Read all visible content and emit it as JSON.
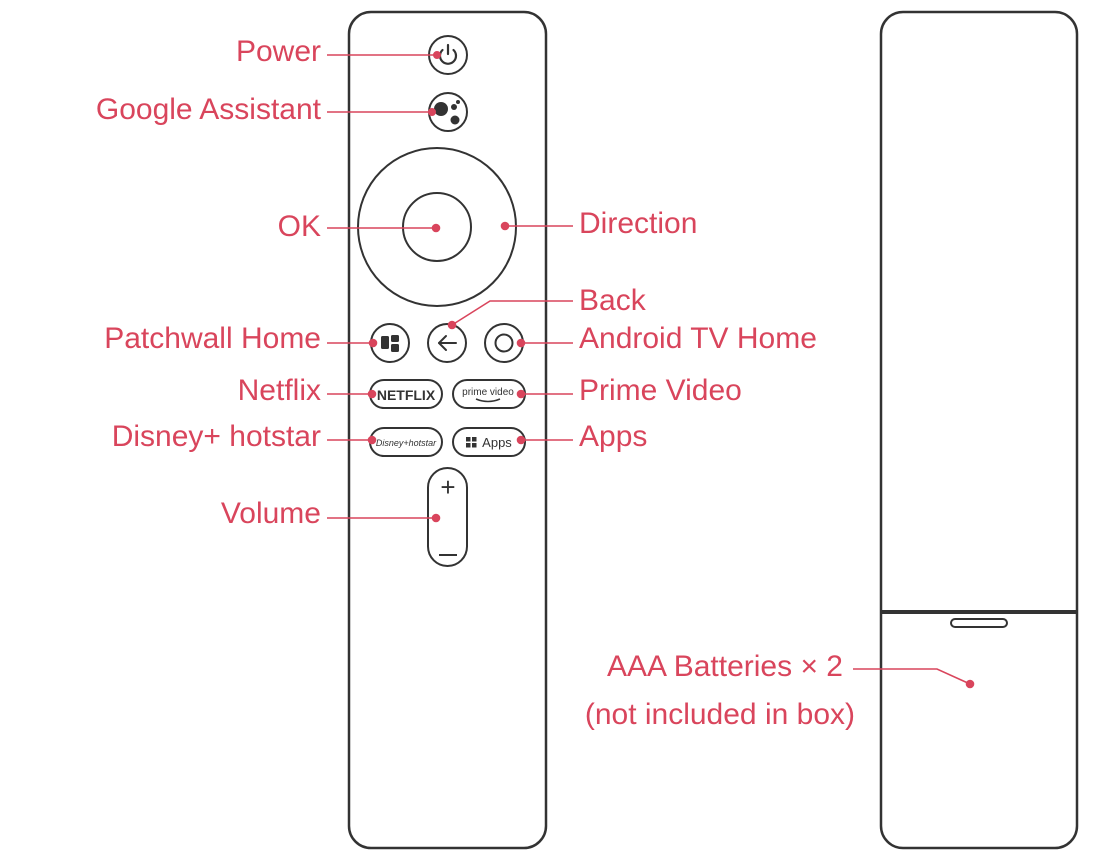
{
  "colors": {
    "accent": "#d9455c",
    "outline": "#333333"
  },
  "labels": {
    "power": "Power",
    "google_assistant": "Google Assistant",
    "ok": "OK",
    "direction": "Direction",
    "back": "Back",
    "patchwall_home": "Patchwall Home",
    "android_tv_home": "Android TV Home",
    "netflix": "Netflix",
    "prime_video": "Prime Video",
    "disney_hotstar": "Disney+ hotstar",
    "apps": "Apps",
    "volume": "Volume",
    "batteries_line1": "AAA Batteries × 2",
    "batteries_line2": "(not included in box)"
  },
  "buttons": {
    "netflix": "NETFLIX",
    "prime_video": "prime video",
    "disney_hotstar": "Disney+hotstar",
    "apps": "Apps",
    "volume_plus": "+",
    "volume_minus": "–"
  },
  "icons": {
    "power": "power-icon",
    "google_assistant": "google-assistant-icon",
    "patchwall": "patchwall-icon",
    "back": "arrow-left-icon",
    "android_home": "circle-icon",
    "apps": "grid-icon",
    "prime_smile": "amazon-smile-icon"
  }
}
